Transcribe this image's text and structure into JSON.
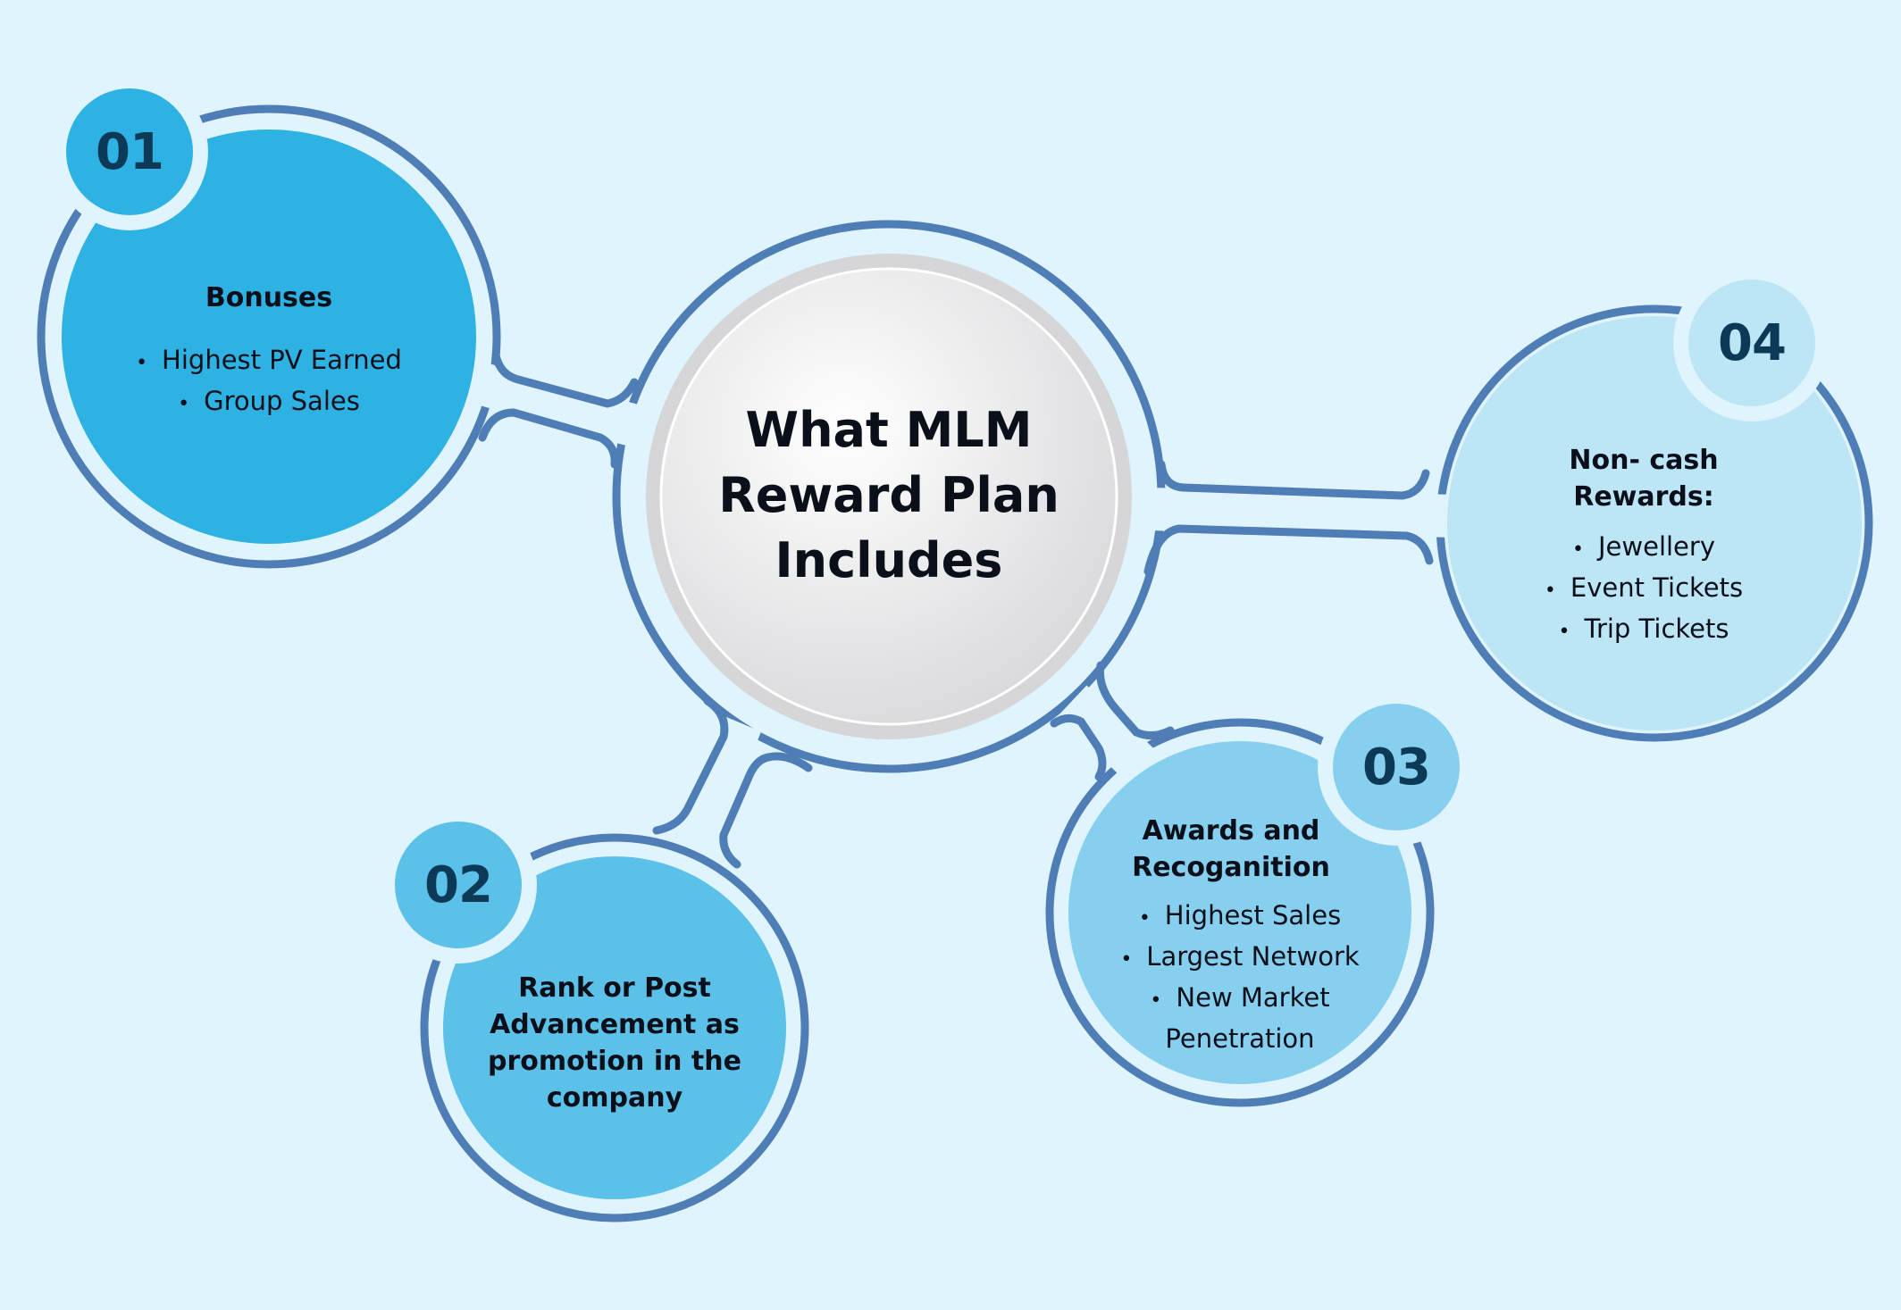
{
  "center": {
    "title_lines": [
      "What MLM",
      "Reward Plan",
      "Includes"
    ]
  },
  "nodes": [
    {
      "badge": "01",
      "title_lines": [
        "Bonuses"
      ],
      "items": [
        "Highest PV Earned",
        "Group Sales"
      ],
      "fill": "#2eb1e3"
    },
    {
      "badge": "02",
      "title_lines": [
        "Rank or Post",
        "Advancement as",
        "promotion in the",
        "company"
      ],
      "items": [],
      "fill": "#5cc1e8"
    },
    {
      "badge": "03",
      "title_lines": [
        "Awards and",
        "Recoganition"
      ],
      "items": [
        "Highest Sales",
        "Largest Network",
        "New Market Penetration"
      ],
      "fill": "#86cfee"
    },
    {
      "badge": "04",
      "title_lines": [
        "Non- cash",
        "Rewards:"
      ],
      "items": [
        "Jewellery",
        "Event Tickets",
        "Trip Tickets"
      ],
      "fill": "#bce5f5"
    }
  ],
  "colors": {
    "background": "#dff4fd",
    "outline": "#4f7db5",
    "badge_text": "#0c3a56"
  }
}
